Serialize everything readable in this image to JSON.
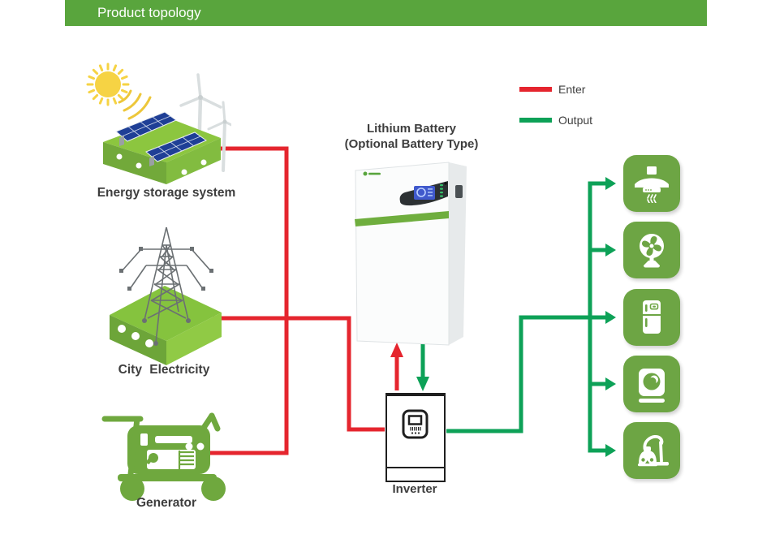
{
  "header": {
    "title": "Product topology"
  },
  "legend": {
    "enter_label": "Enter",
    "output_label": "Output",
    "enter_color": "#e5252e",
    "output_color": "#0da157"
  },
  "nodes": {
    "energy_storage": {
      "label": "Energy storage system"
    },
    "city_electricity": {
      "label": "City Electricity"
    },
    "generator": {
      "label": "Generator"
    },
    "battery": {
      "label_line1": "Lithium Battery",
      "label_line2": "(Optional Battery Type)"
    },
    "inverter": {
      "label": "Inverter"
    }
  },
  "appliances": [
    {
      "icon": "range-hood-icon"
    },
    {
      "icon": "fan-icon"
    },
    {
      "icon": "refrigerator-icon"
    },
    {
      "icon": "washing-machine-icon"
    },
    {
      "icon": "vacuum-cleaner-icon"
    }
  ],
  "flows": {
    "enter_sources": [
      "Energy storage system",
      "City Electricity",
      "Generator"
    ],
    "enter_color": "#e5252e",
    "output_color": "#0da157",
    "battery_charge_direction": "inverter-to-battery",
    "battery_discharge_direction": "battery-to-inverter"
  },
  "colors": {
    "header_green": "#59a53d",
    "appliance_tile_green": "#6da544",
    "platform_green_top": "#85c33e",
    "platform_green_front": "#6da539",
    "text_dark": "#3e3e3e",
    "battery_stripe_green": "#6fae3e",
    "solar_panel_blue": "#1f3f96"
  }
}
